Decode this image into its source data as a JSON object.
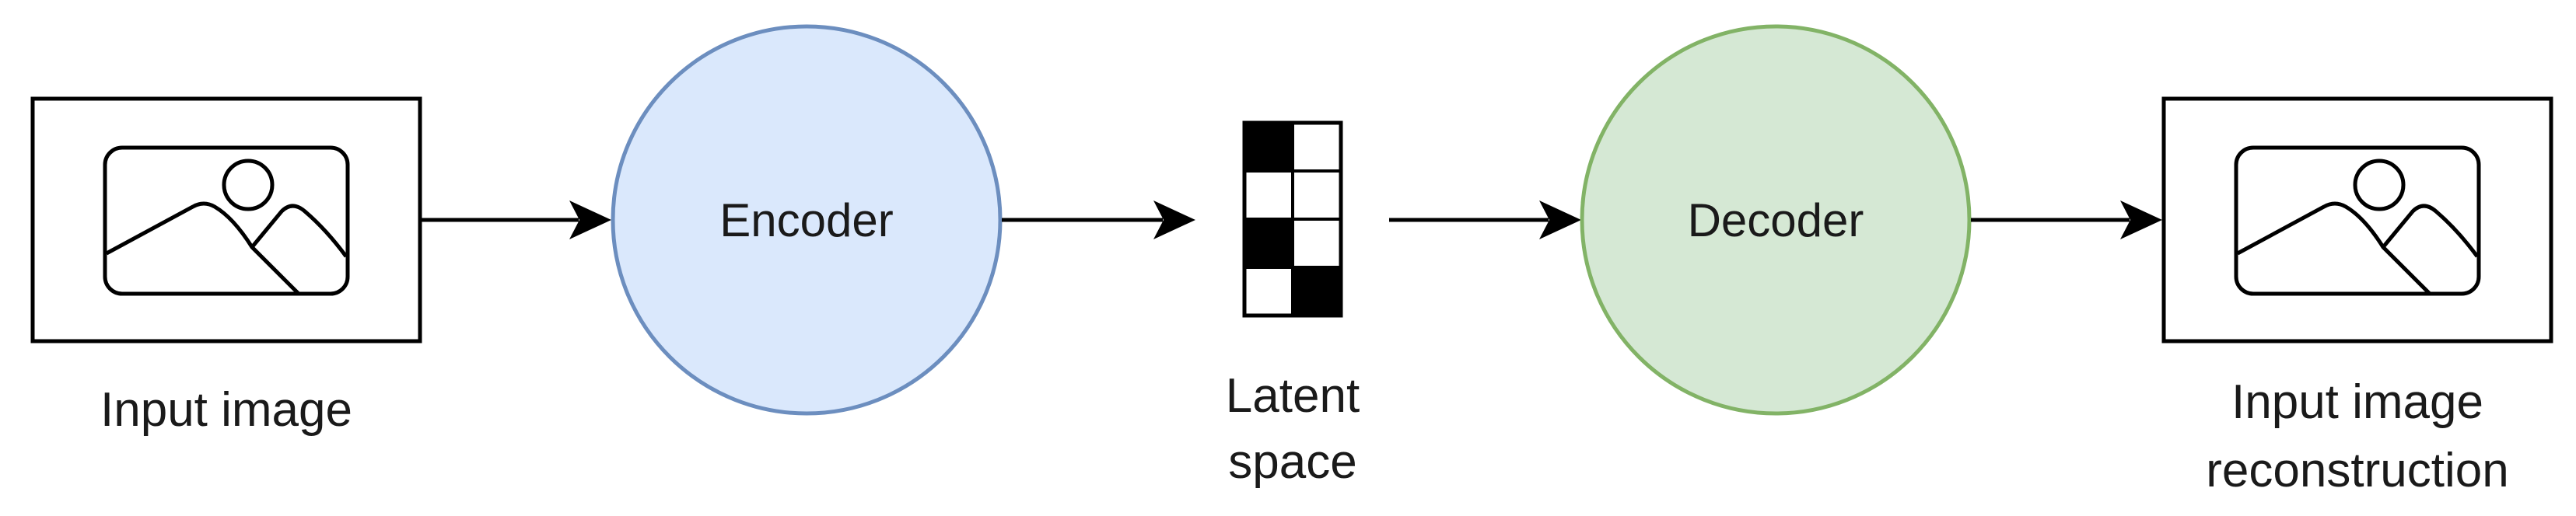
{
  "nodes": {
    "input_image": {
      "caption": "Input image",
      "icon": "image-icon"
    },
    "encoder": {
      "label": "Encoder",
      "fill": "#dae8fc",
      "stroke": "#6c8ebf"
    },
    "latent": {
      "caption_line1": "Latent",
      "caption_line2": "space",
      "icon": "latent-grid-icon",
      "cells": [
        [
          1,
          0
        ],
        [
          0,
          0
        ],
        [
          1,
          0
        ],
        [
          0,
          1
        ]
      ]
    },
    "decoder": {
      "label": "Decoder",
      "fill": "#d5e8d4",
      "stroke": "#82b366"
    },
    "output_image": {
      "caption_line1": "Input image",
      "caption_line2": "reconstruction",
      "icon": "image-icon"
    }
  },
  "colors": {
    "line": "#000000",
    "text": "#1a1a1a"
  }
}
